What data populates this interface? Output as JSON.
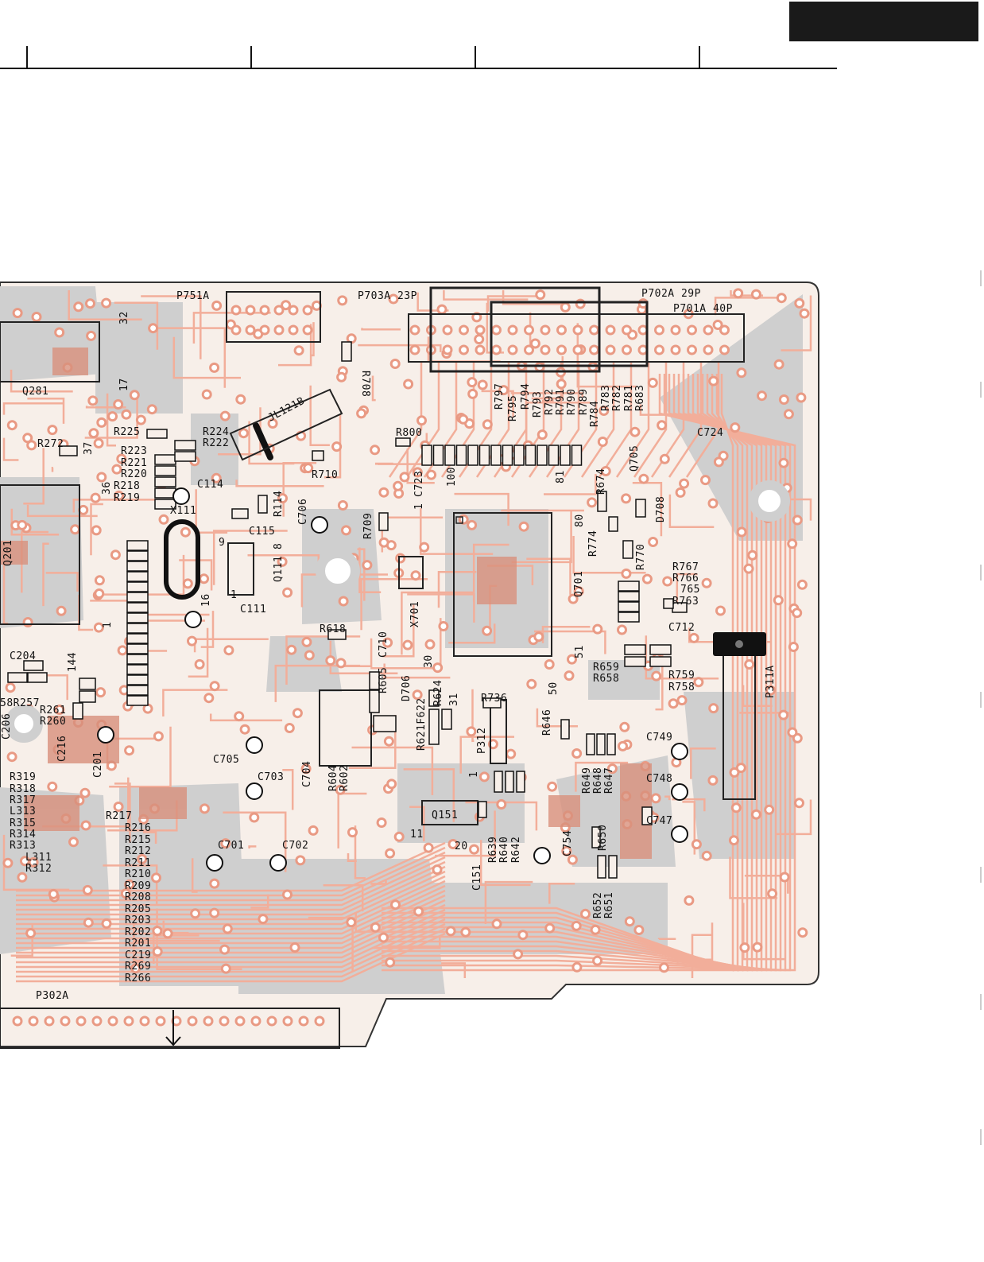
{
  "colors": {
    "trace": "#f2ae9a",
    "trace_dark": "#e99a84",
    "ground": "#cfcfcf",
    "pad_fill": "#d8907c",
    "outline": "#222222",
    "header_block": "#1a1a1a"
  },
  "labels": {
    "P751A": "P751A",
    "P703A": "P703A 23P",
    "P702A": "P702A 29P",
    "P701A": "P701A 40P",
    "R708": "R708",
    "n32": "32",
    "n17": "17",
    "Q281": "Q281",
    "R797": "R797",
    "R795": "R795",
    "R794": "R794",
    "R793": "R793",
    "R792": "R792",
    "R791": "R791",
    "R790": "R790",
    "R789": "R789",
    "R784": "R784",
    "R783": "R783",
    "R782": "R782",
    "R781": "R781",
    "R683": "R683",
    "JL121B": "JL121B",
    "R225": "R225",
    "R224": "R224",
    "R223": "R223",
    "R222": "R222",
    "R221": "R221",
    "R220": "R220",
    "R218": "R218",
    "R219": "R219",
    "R272": "R272",
    "n37": "37",
    "n36": "36",
    "C114": "C114",
    "X111": "X111",
    "R800": "R800",
    "C723": "C723",
    "n100": "100",
    "n81": "81",
    "n1a": "1",
    "R710": "R710",
    "R674": "R674",
    "Q705": "Q705",
    "C724": "C724",
    "C706": "C706",
    "R114": "R114",
    "C115": "C115",
    "R709": "R709",
    "n80": "80",
    "R774": "R774",
    "D708": "D708",
    "R770": "R770",
    "Q201": "Q201",
    "n9": "9",
    "n8": "8",
    "Q111": "Q111",
    "n1b": "1",
    "n16": "16",
    "C111": "C111",
    "X701": "X701",
    "Q701": "Q701",
    "R767": "R767",
    "R766": "R766",
    "R765": "765",
    "R763": "R763",
    "C712": "C712",
    "n1c": "1",
    "R618": "R618",
    "C710": "C710",
    "n51": "51",
    "C204": "C204",
    "n144": "144",
    "R605": "R605",
    "n30": "30",
    "R659": "R659",
    "R658": "R658",
    "R759": "R759",
    "R758": "R758",
    "P311A": "P311A",
    "D706": "D706",
    "R624": "R624",
    "n50": "50",
    "R258R257": "58R257",
    "R261": "R261",
    "R260": "R260",
    "R621F622": "R621F622",
    "n31": "31",
    "R736": "R736",
    "C206": "C206",
    "C216": "C216",
    "C201": "C201",
    "R646": "R646",
    "C749": "C749",
    "C705": "C705",
    "P312": "P312",
    "R319": "R319",
    "R318": "R318",
    "R317": "R317",
    "L313": "L313",
    "R315": "R315",
    "R314": "R314",
    "R313": "R313",
    "L311": "L311",
    "R312": "R312",
    "C703": "C703",
    "C704": "C704",
    "R604": "R604",
    "R602": "R602",
    "n1d": "1",
    "R649": "R649",
    "R648": "R648",
    "R647": "R647",
    "C748": "C748",
    "R217": "R217",
    "R216": "R216",
    "R215": "R215",
    "R212": "R212",
    "R211": "R211",
    "R210": "R210",
    "R209": "R209",
    "R208": "R208",
    "R205": "R205",
    "R203": "R203",
    "R202": "R202",
    "R201": "R201",
    "C219": "C219",
    "R269": "R269",
    "R266": "R266",
    "Q151": "Q151",
    "n11": "11",
    "n20": "20",
    "C747": "C747",
    "C701": "C701",
    "C702": "C702",
    "R639": "R639",
    "R640": "R640",
    "R642": "R642",
    "C754": "C754",
    "R650": "R650",
    "C151": "C151",
    "R652": "R652",
    "R651": "R651",
    "P302A": "P302A"
  }
}
